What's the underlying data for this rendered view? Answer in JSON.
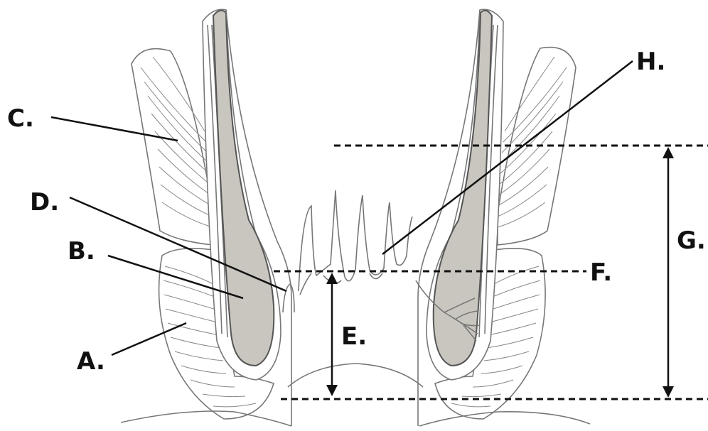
{
  "colors": {
    "muscle_fill": "#ffffff",
    "wall_fill": "#c9c6bf",
    "line": "#111111",
    "outline": "#777777"
  },
  "labels": {
    "A": "A.",
    "B": "B.",
    "C": "C.",
    "D": "D.",
    "E": "E.",
    "F": "F.",
    "G": "G.",
    "H": "H."
  }
}
